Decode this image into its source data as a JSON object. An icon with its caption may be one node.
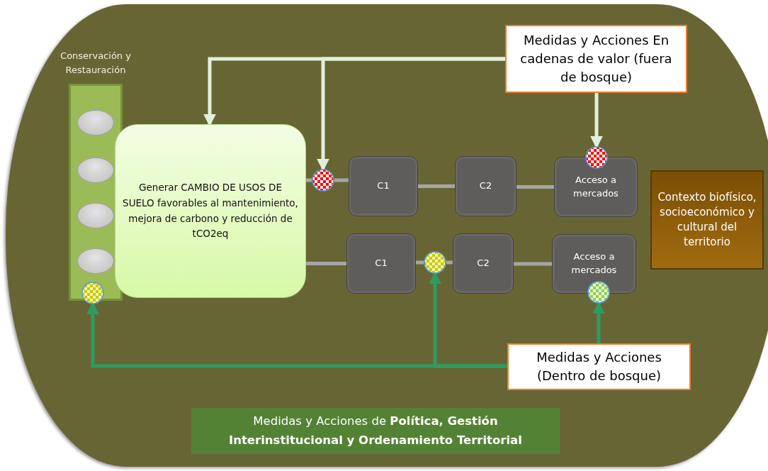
{
  "diagram": {
    "nodes": [
      {
        "text": [
          "Conservación y Restauración"
        ]
      },
      {
        "text": [],
        "shape": "circle",
        "in": 0
      },
      {
        "text": [],
        "shape": "circle",
        "in": 0
      },
      {
        "text": [],
        "shape": "circle",
        "in": 0
      },
      {
        "text": [],
        "shape": "circle",
        "in": 0
      },
      {
        "text": [],
        "shape": "circle"
      },
      {
        "text": [
          "Generar CAMBIO DE USOS DE SUELO favorables al mantenimiento, mejora de carbono y reducción de tCO2eq"
        ]
      },
      {
        "text": [],
        "shape": "circle"
      },
      {
        "text": [
          "C1"
        ]
      },
      {
        "text": [
          "C2"
        ]
      },
      {
        "text": [
          "Acceso a mercados"
        ]
      },
      {
        "text": [],
        "shape": "circle"
      },
      {
        "text": [
          "C1"
        ]
      },
      {
        "text": [],
        "shape": "circle"
      },
      {
        "text": [
          "C2"
        ]
      },
      {
        "text": [
          "Acceso a mercados"
        ]
      },
      {
        "text": [],
        "shape": "circle"
      },
      {
        "text": [
          "Medidas y Acciones En cadenas de valor (fuera de bosque)"
        ]
      },
      {
        "text": [
          "Medidas y Acciones (Dentro de bosque)"
        ]
      },
      {
        "text": [
          "Contexto biofísico, socioeconómico y cultural del territorio"
        ]
      },
      {
        "text": [
          "Medidas y Acciones de **Política, Gestión Interinstitucional y Ordenamiento Territorial**"
        ]
      }
    ],
    "edges": [
      {
        "from": 6,
        "to": 7,
        "arrow": "none"
      },
      {
        "from": 7,
        "to": 8,
        "arrow": "none"
      },
      {
        "from": 8,
        "to": 9,
        "arrow": "none"
      },
      {
        "from": 9,
        "to": 10,
        "arrow": "none"
      },
      {
        "from": 6,
        "to": 12,
        "arrow": "none"
      },
      {
        "from": 12,
        "to": 13,
        "arrow": "none"
      },
      {
        "from": 13,
        "to": 14,
        "arrow": "none"
      },
      {
        "from": 14,
        "to": 15,
        "arrow": "none"
      },
      {
        "from": 17,
        "to": 6,
        "arrow": "to",
        "color": "#e2efda"
      },
      {
        "from": 17,
        "to": 7,
        "arrow": "to",
        "color": "#e2efda"
      },
      {
        "from": 17,
        "to": 11,
        "arrow": "to",
        "color": "#e2efda"
      },
      {
        "from": 18,
        "to": 5,
        "arrow": "to",
        "color": "#2e9b62"
      },
      {
        "from": 18,
        "to": 13,
        "arrow": "to",
        "color": "#2e9b62"
      },
      {
        "from": 18,
        "to": 16,
        "arrow": "to",
        "color": "#2e9b62"
      }
    ]
  }
}
